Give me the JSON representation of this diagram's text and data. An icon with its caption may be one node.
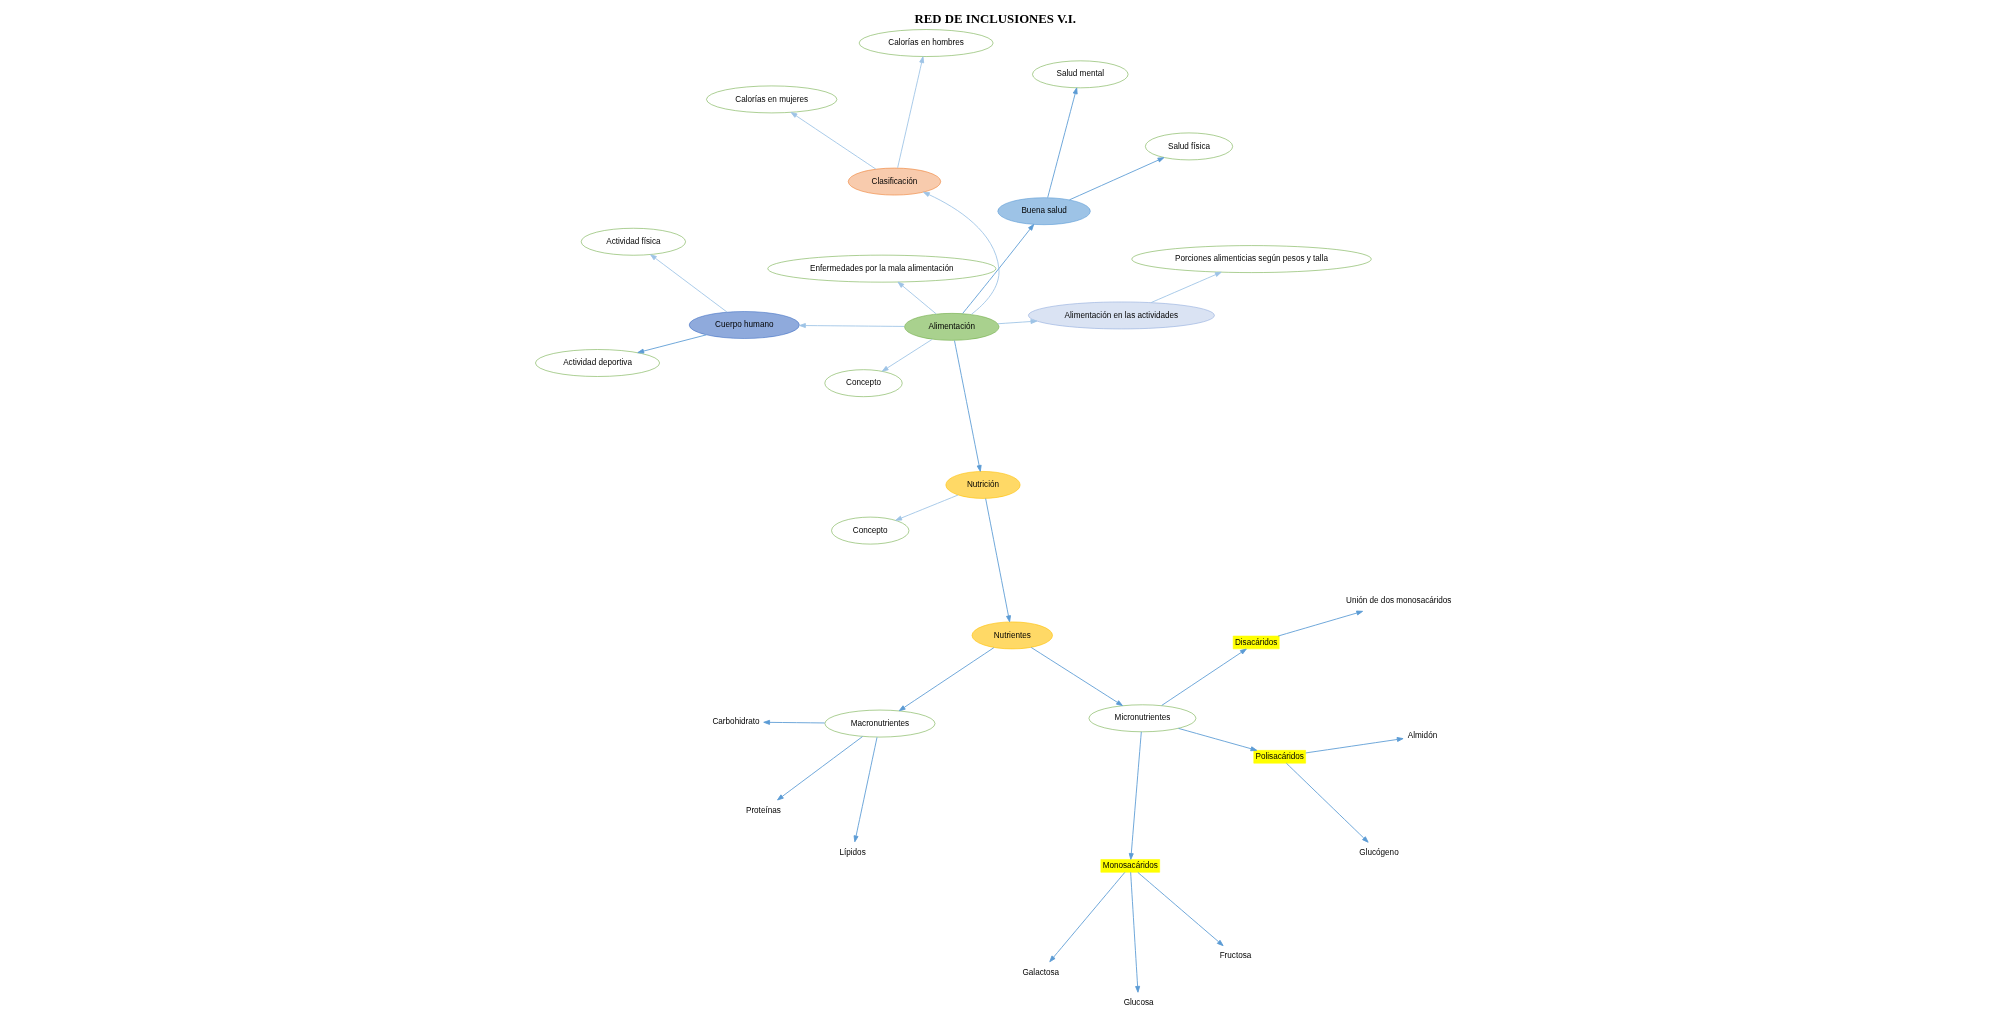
{
  "diagram": {
    "title": "RED DE INCLUSIONES V.I.",
    "nodes": [
      {
        "text": [
          "Alimentación"
        ]
      },
      {
        "text": [
          "Nutrición"
        ]
      },
      {
        "text": [
          "Concepto"
        ]
      },
      {
        "text": [
          "Nutrientes"
        ]
      },
      {
        "text": [
          "Macronutrientes"
        ]
      },
      {
        "text": [
          "Carbohidrato"
        ]
      },
      {
        "text": [
          "Proteínas"
        ]
      },
      {
        "text": [
          "Lípidos"
        ]
      },
      {
        "text": [
          "Micronutrientes"
        ]
      },
      {
        "text": [
          "Monosacáridos"
        ]
      },
      {
        "text": [
          "Glucosa"
        ]
      },
      {
        "text": [
          "Galactosa"
        ]
      },
      {
        "text": [
          "Fructosa"
        ]
      },
      {
        "text": [
          "Disacáridos"
        ]
      },
      {
        "text": [
          "Unión de dos monosacáridos"
        ]
      },
      {
        "text": [
          "Polisacáridos"
        ]
      },
      {
        "text": [
          "Almidón"
        ]
      },
      {
        "text": [
          "Glucógeno"
        ]
      },
      {
        "text": [
          "Cuerpo humano"
        ]
      },
      {
        "text": [
          "Actividad física"
        ]
      },
      {
        "text": [
          "Actividad deportiva"
        ]
      },
      {
        "text": [
          "Concepto"
        ]
      },
      {
        "text": [
          "Clasificación"
        ]
      },
      {
        "text": [
          "Calorías en hombres"
        ]
      },
      {
        "text": [
          "Calorías en mujeres"
        ]
      },
      {
        "text": [
          "Alimentación en las actividades"
        ]
      },
      {
        "text": [
          "Porciones alimenticias según pesos y talla"
        ]
      },
      {
        "text": [
          "Enfermedades por la mala alimentación"
        ]
      },
      {
        "text": [
          "Buena salud"
        ]
      },
      {
        "text": [
          "Salud física"
        ]
      },
      {
        "text": [
          "Salud mental"
        ]
      }
    ],
    "edges": [
      {
        "from": 0,
        "to": 1,
        "arrow": "to"
      },
      {
        "from": 1,
        "to": 2,
        "arrow": "to",
        "color": "#9dc3e6"
      },
      {
        "from": 1,
        "to": 3,
        "arrow": "to"
      },
      {
        "from": 3,
        "to": 4,
        "arrow": "to"
      },
      {
        "from": 4,
        "to": 5,
        "arrow": "to"
      },
      {
        "from": 4,
        "to": 6,
        "arrow": "to"
      },
      {
        "from": 4,
        "to": 7,
        "arrow": "to"
      },
      {
        "from": 3,
        "to": 8,
        "arrow": "to"
      },
      {
        "from": 8,
        "to": 9,
        "arrow": "to"
      },
      {
        "from": 9,
        "to": 10,
        "arrow": "to"
      },
      {
        "from": 9,
        "to": 11,
        "arrow": "to"
      },
      {
        "from": 9,
        "to": 12,
        "arrow": "to"
      },
      {
        "from": 8,
        "to": 13,
        "arrow": "to"
      },
      {
        "from": 13,
        "to": 14,
        "arrow": "to"
      },
      {
        "from": 8,
        "to": 15,
        "arrow": "to"
      },
      {
        "from": 15,
        "to": 16,
        "arrow": "to"
      },
      {
        "from": 15,
        "to": 17,
        "arrow": "to"
      },
      {
        "from": 0,
        "to": 18,
        "arrow": "to",
        "color": "#9dc3e6"
      },
      {
        "from": 18,
        "to": 19,
        "arrow": "to",
        "color": "#9dc3e6"
      },
      {
        "from": 18,
        "to": 20,
        "arrow": "to"
      },
      {
        "from": 0,
        "to": 21,
        "arrow": "to",
        "color": "#9dc3e6"
      },
      {
        "from": 0,
        "to": 22,
        "arrow": "to",
        "color": "#9dc3e6"
      },
      {
        "from": 22,
        "to": 23,
        "arrow": "to",
        "color": "#9dc3e6"
      },
      {
        "from": 22,
        "to": 24,
        "arrow": "to",
        "color": "#9dc3e6"
      },
      {
        "from": 0,
        "to": 25,
        "arrow": "to",
        "color": "#9dc3e6"
      },
      {
        "from": 25,
        "to": 26,
        "arrow": "to",
        "color": "#9dc3e6"
      },
      {
        "from": 0,
        "to": 27,
        "arrow": "to",
        "color": "#9dc3e6"
      },
      {
        "from": 0,
        "to": 28,
        "arrow": "to"
      },
      {
        "from": 28,
        "to": 29,
        "arrow": "to"
      },
      {
        "from": 28,
        "to": 30,
        "arrow": "to"
      }
    ]
  }
}
